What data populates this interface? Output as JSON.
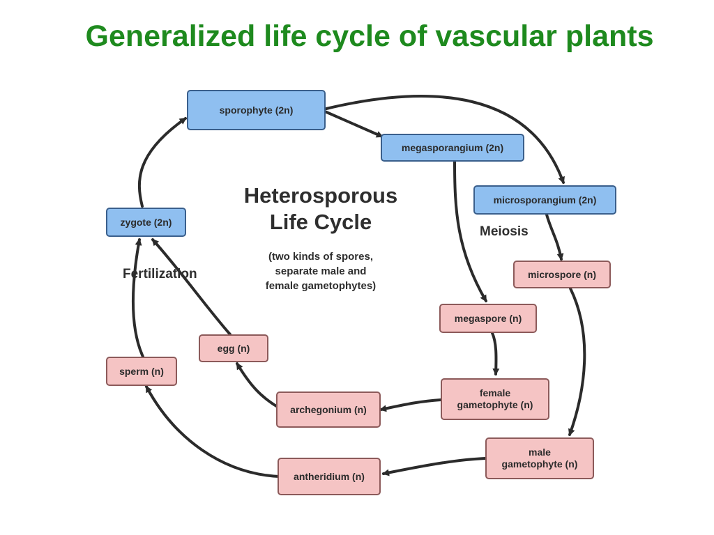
{
  "slide": {
    "title": "Generalized life cycle of vascular plants"
  },
  "diagram": {
    "center_title_line1": "Heterosporous",
    "center_title_line2": "Life Cycle",
    "center_subtitle_line1": "(two kinds of spores,",
    "center_subtitle_line2": "separate male and",
    "center_subtitle_line3": "female gametophytes)",
    "labels": {
      "meiosis": "Meiosis",
      "fertilization": "Fertilization"
    },
    "nodes": {
      "sporophyte": "sporophyte (2n)",
      "megasporangium": "megasporangium (2n)",
      "microsporangium": "microsporangium (2n)",
      "microspore": "microspore (n)",
      "megaspore": "megaspore (n)",
      "female_gametophyte_line1": "female",
      "female_gametophyte_line2": "gametophyte (n)",
      "male_gametophyte_line1": "male",
      "male_gametophyte_line2": "gametophyte (n)",
      "archegonium": "archegonium (n)",
      "antheridium": "antheridium (n)",
      "egg": "egg (n)",
      "sperm": "sperm (n)",
      "zygote": "zygote (2n)"
    },
    "colors": {
      "diploid_fill": "#8fbff0",
      "haploid_fill": "#f5c4c4",
      "arrow": "#2b2b2b",
      "title_green": "#1e8a1e"
    }
  }
}
